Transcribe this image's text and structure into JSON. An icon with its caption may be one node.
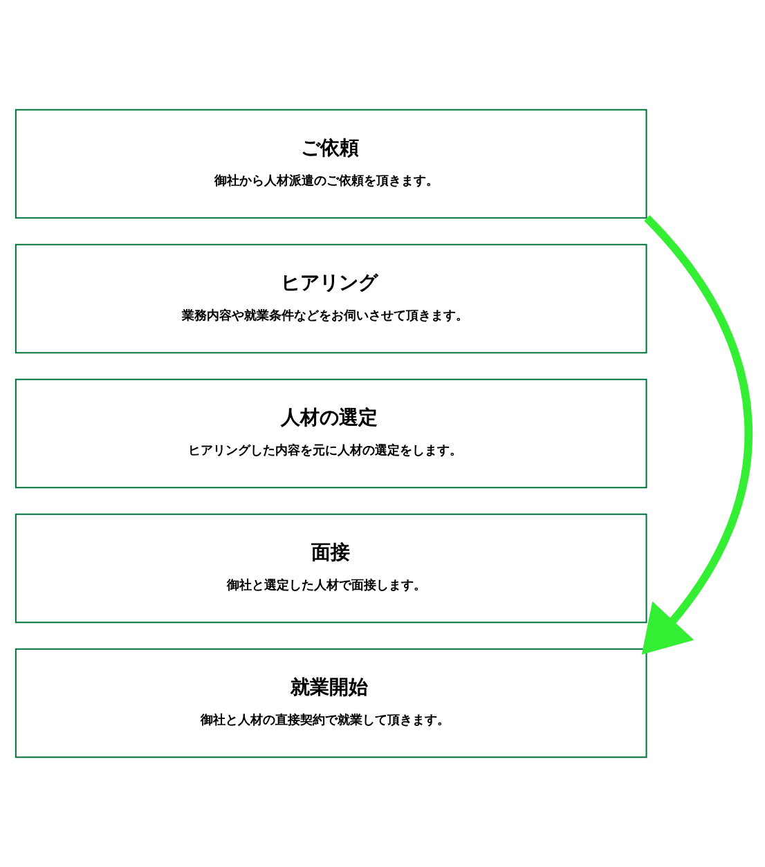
{
  "diagram": {
    "nodes": [
      {
        "text": [
          "ご依頼",
          "御社から人材派遣のご依頼を頂きます。"
        ]
      },
      {
        "text": [
          "ヒアリング",
          "業務内容や就業条件などをお伺いさせて頂きます。"
        ]
      },
      {
        "text": [
          "人材の選定",
          "ヒアリングした内容を元に人材の選定をします。"
        ]
      },
      {
        "text": [
          "面接",
          "御社と選定した人材で面接します。"
        ]
      },
      {
        "text": [
          "就業開始",
          "御社と人材の直接契約で就業して頂きます。"
        ]
      }
    ],
    "edges": [
      {
        "from": 0,
        "to": 4,
        "arrow": "to",
        "color": "#33ee33"
      }
    ]
  }
}
